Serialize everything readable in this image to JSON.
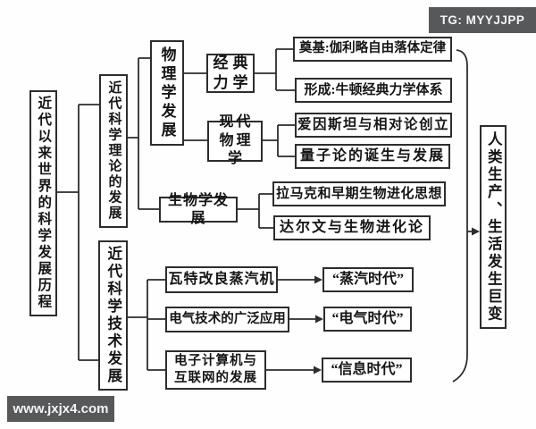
{
  "overlays": {
    "tg_badge": "TG: MYYJJPP",
    "watermark": "www.jxjx4.com"
  },
  "colors": {
    "line": "#2d2d2d",
    "badge_background": "#57585a",
    "badge_text": "#f5f5f5",
    "canvas_background": "#fefefe"
  },
  "nodes": {
    "root": "近代以来世界的科学发展历程",
    "theory": "近代科学理论的发展",
    "tech": "近代科学技术发展",
    "physics": "物理学发展",
    "classical": "经典力学",
    "modern_physics": "现代物理学",
    "foundation": "奠基:伽利略自由落体定律",
    "formation": "形成:牛顿经典力学体系",
    "einstein": "爱因斯坦与相对论创立",
    "quantum": "量子论的诞生与发展",
    "biology": "生物学发展",
    "lamarck": "拉马克和早期生物进化思想",
    "darwin": "达尔文与生物进化论",
    "watt": "瓦特改良蒸汽机",
    "electricity": "电气技术的广泛应用",
    "computer": "电子计算机与互联网的发展",
    "steam_age": "“蒸汽时代”",
    "electric_age": "“电气时代”",
    "info_age": "“信息时代”",
    "result": "人类生产、生活发生巨变"
  }
}
